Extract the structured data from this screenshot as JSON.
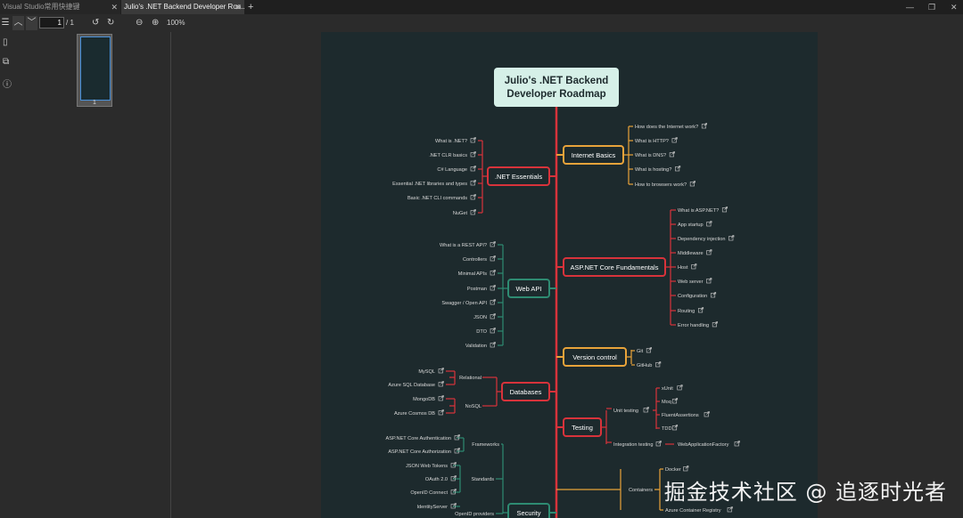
{
  "tabs": [
    {
      "title": "Visual Studio常用快捷键",
      "active": false
    },
    {
      "title": "Julio's .NET Backend Developer Roa...",
      "active": true
    }
  ],
  "toolbar": {
    "page_current": "1",
    "page_total": "/ 1",
    "zoom": "100%",
    "thumbnail_page": "1"
  },
  "roadmap": {
    "title_line1": "Julio's .NET Backend",
    "title_line2": "Developer Roadmap",
    "nodes": {
      "net_essentials": ".NET Essentials",
      "internet_basics": "Internet Basics",
      "web_api": "Web API",
      "aspnet_core": "ASP.NET Core Fundamentals",
      "version_control": "Version control",
      "databases": "Databases",
      "testing": "Testing",
      "security": "Security"
    },
    "net_essentials_items": [
      "What is .NET?",
      ".NET CLR basics",
      "C# Language",
      "Essential .NET libraries and types",
      "Basic .NET CLI commands",
      "NuGet"
    ],
    "internet_items": [
      "How does the Internet work?",
      "What is HTTP?",
      "What is DNS?",
      "What is hosting?",
      "How to browsers work?"
    ],
    "web_api_items": [
      "What is a REST API?",
      "Controllers",
      "Minimal APIs",
      "Postman",
      "Swagger / Open API",
      "JSON",
      "DTO",
      "Validation"
    ],
    "aspnet_items": [
      "What is ASP.NET?",
      "App startup",
      "Dependency injection",
      "Middleware",
      "Host",
      "Web server",
      "Configuration",
      "Routing",
      "Error handling"
    ],
    "vc_items": [
      "Git",
      "GitHub"
    ],
    "db_groups": {
      "relational": "Relational",
      "nosql": "NoSQL"
    },
    "db_relational_items": [
      "MySQL",
      "Azure SQL Database"
    ],
    "db_nosql_items": [
      "MongoDB",
      "Azure Cosmos DB"
    ],
    "testing_groups": {
      "unit": "Unit testing",
      "integration": "Integration testing"
    },
    "testing_unit_items": [
      "xUnit",
      "Moq",
      "FluentAssertions",
      "TDD"
    ],
    "testing_integration_items": [
      "WebApplicationFactory"
    ],
    "security_groups": {
      "frameworks": "Frameworks",
      "standards": "Standards",
      "openid_providers": "OpenID providers"
    },
    "security_framework_items": [
      "ASP.NET Core Authentication",
      "ASP.NET Core Authorization"
    ],
    "security_standard_items": [
      "JSON Web Tokens",
      "OAuth 2.0",
      "OpenID Connect"
    ],
    "security_provider_items": [
      "IdentityServer"
    ],
    "containers_group": "Containers",
    "container_items": [
      "Docker",
      "Azure Container Registry"
    ]
  },
  "watermark": "掘金技术社区 @ 追逐时光者",
  "colors": {
    "red": "#d8333b",
    "orange": "#e8a33a",
    "teal": "#2e8b72",
    "title_bg": "#d6f0e8",
    "page_bg": "#1d2a2d"
  }
}
